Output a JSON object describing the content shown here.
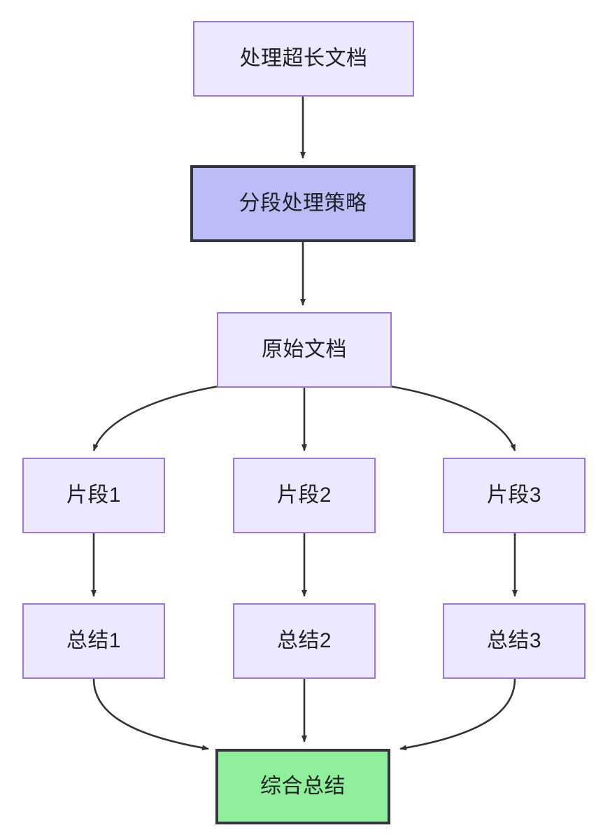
{
  "diagram": {
    "type": "flowchart",
    "direction": "top-down",
    "background_color": "#ffffff",
    "palette": {
      "node_fill": "#ece8fd",
      "node_border": "#9b76e3",
      "highlight_fill": "#bcbcf7",
      "highlight_border": "#35353f",
      "final_fill": "#90ef9a",
      "final_border": "#35353f",
      "edge_color": "#333333",
      "text_color": "#1f2024"
    },
    "nodes": [
      {
        "id": "root",
        "label": "处理超长文档",
        "style": "default"
      },
      {
        "id": "strategy",
        "label": "分段处理策略",
        "style": "strong"
      },
      {
        "id": "source",
        "label": "原始文档",
        "style": "default"
      },
      {
        "id": "chunk1",
        "label": "片段1",
        "style": "default"
      },
      {
        "id": "chunk2",
        "label": "片段2",
        "style": "default"
      },
      {
        "id": "chunk3",
        "label": "片段3",
        "style": "default"
      },
      {
        "id": "summary1",
        "label": "总结1",
        "style": "default"
      },
      {
        "id": "summary2",
        "label": "总结2",
        "style": "default"
      },
      {
        "id": "summary3",
        "label": "总结3",
        "style": "default"
      },
      {
        "id": "final",
        "label": "综合总结",
        "style": "final"
      }
    ],
    "edges": [
      {
        "from": "root",
        "to": "strategy",
        "shape": "straight"
      },
      {
        "from": "strategy",
        "to": "source",
        "shape": "straight"
      },
      {
        "from": "source",
        "to": "chunk1",
        "shape": "curved"
      },
      {
        "from": "source",
        "to": "chunk2",
        "shape": "straight"
      },
      {
        "from": "source",
        "to": "chunk3",
        "shape": "curved"
      },
      {
        "from": "chunk1",
        "to": "summary1",
        "shape": "straight"
      },
      {
        "from": "chunk2",
        "to": "summary2",
        "shape": "straight"
      },
      {
        "from": "chunk3",
        "to": "summary3",
        "shape": "straight"
      },
      {
        "from": "summary1",
        "to": "final",
        "shape": "curved"
      },
      {
        "from": "summary2",
        "to": "final",
        "shape": "straight"
      },
      {
        "from": "summary3",
        "to": "final",
        "shape": "curved"
      }
    ]
  }
}
